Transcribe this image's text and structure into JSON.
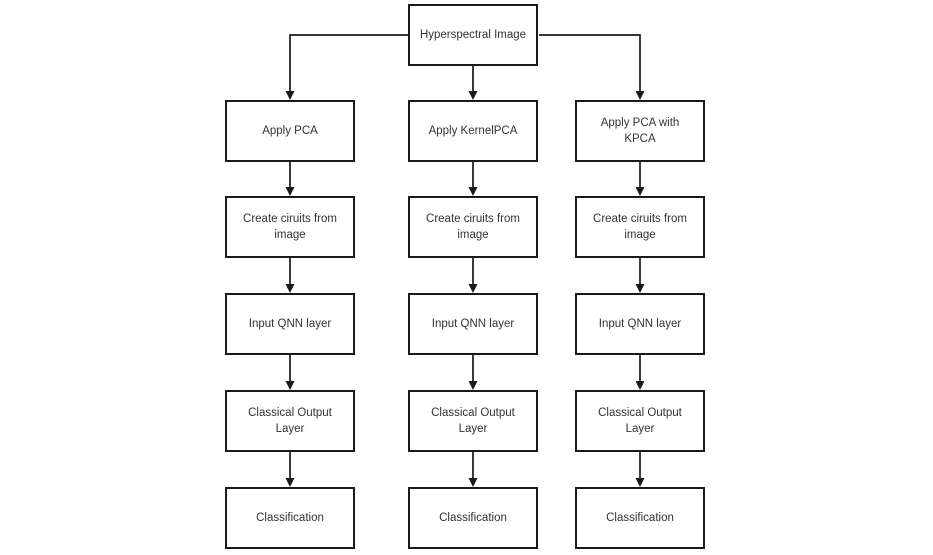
{
  "diagram": {
    "root": {
      "label": "Hyperspectral Image"
    },
    "columns": [
      {
        "steps": [
          "Apply PCA",
          "Create ciruits from image",
          "Input QNN layer",
          "Classical Output Layer",
          "Classification"
        ]
      },
      {
        "steps": [
          "Apply KernelPCA",
          "Create ciruits from image",
          "Input QNN layer",
          "Classical Output Layer",
          "Classification"
        ]
      },
      {
        "steps": [
          "Apply PCA with KPCA",
          "Create ciruits from image",
          "Input QNN layer",
          "Classical Output Layer",
          "Classification"
        ]
      }
    ],
    "colors": {
      "node_border": "#1a1a1a",
      "node_fill": "#ffffff",
      "text": "#333333",
      "background": "#ffffff",
      "connector": "#1a1a1a"
    }
  }
}
